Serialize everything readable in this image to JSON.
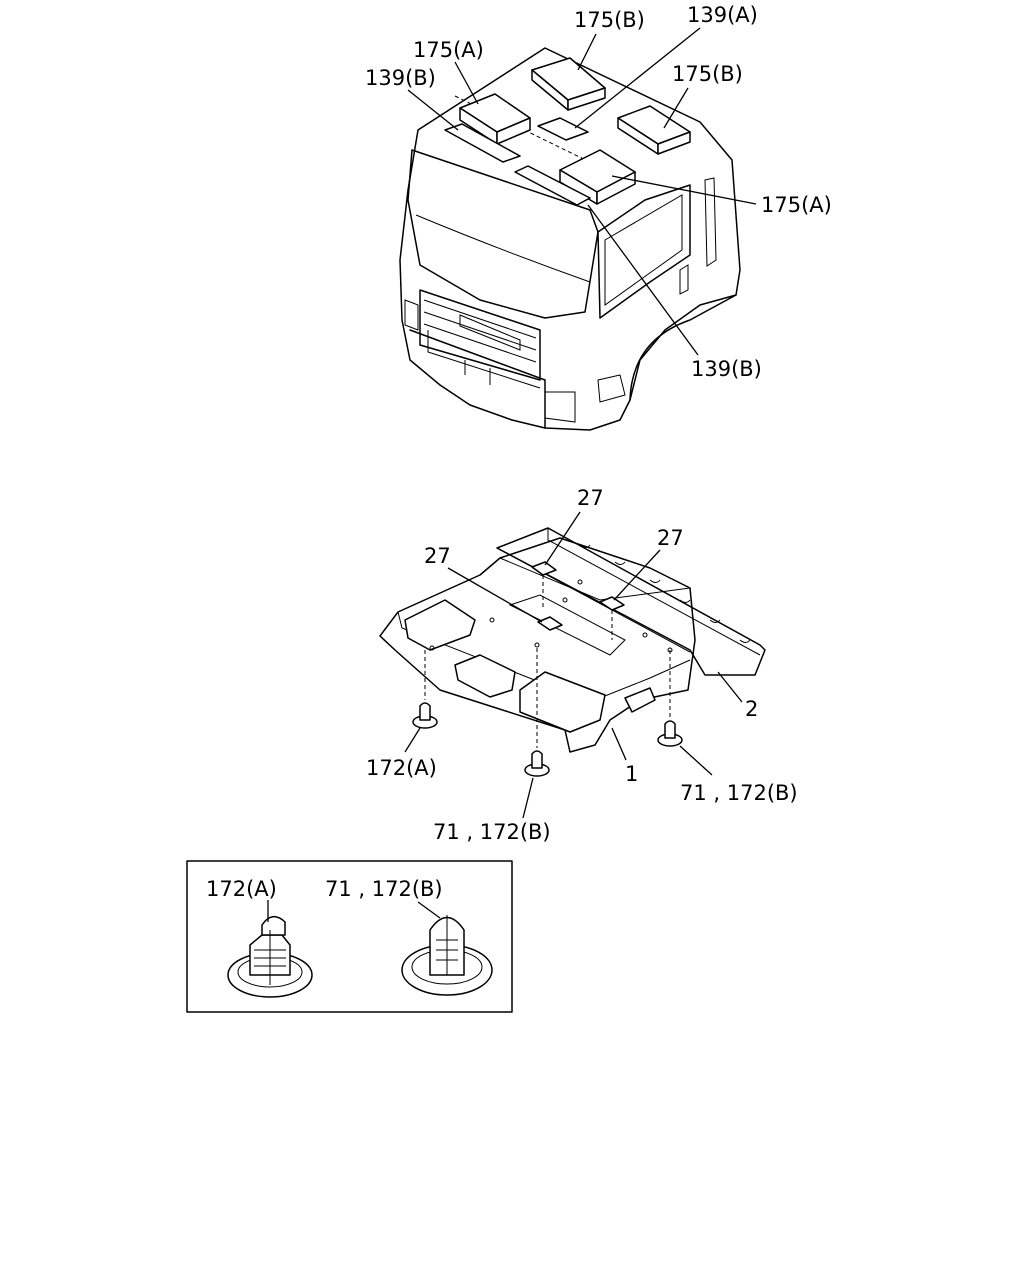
{
  "callouts": {
    "cab": {
      "l175b_top": "175(B)",
      "l139a": "139(A)",
      "l175a_top": "175(A)",
      "l175b_right": "175(B)",
      "l139b_left": "139(B)",
      "l175a_right": "175(A)",
      "l139b_bottom": "139(B)"
    },
    "headliner": {
      "l27_top": "27",
      "l27_left": "27",
      "l27_right": "27",
      "l2": "2",
      "l1": "1",
      "l172a": "172(A)",
      "l71_172b_center": "71 , 172(B)",
      "l71_172b_right": "71 , 172(B)"
    },
    "detail": {
      "l172a": "172(A)",
      "l71_172b": "71 , 172(B)"
    }
  }
}
